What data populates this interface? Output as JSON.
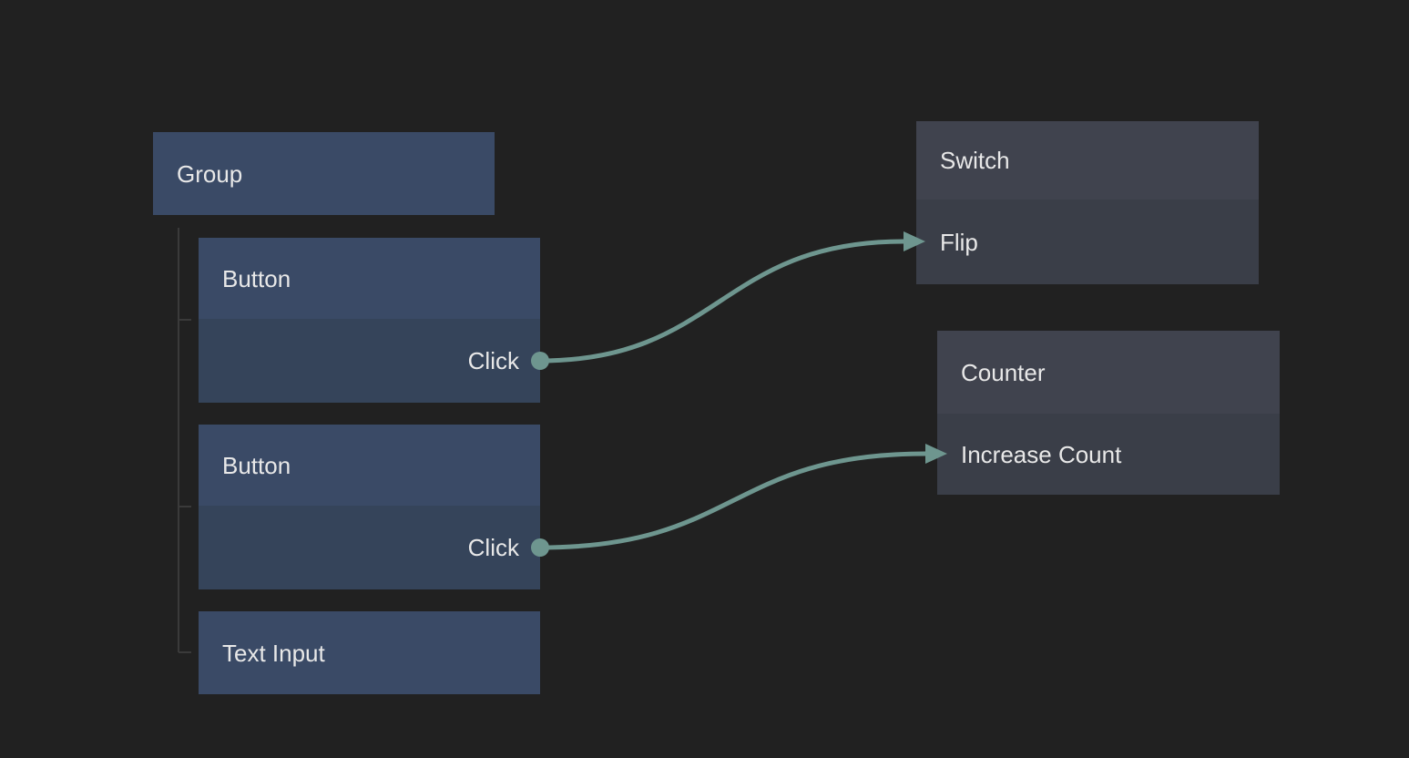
{
  "colors": {
    "background": "#212121",
    "element_node_header": "#3a4a66",
    "element_node_body": "#35445a",
    "logic_node_header": "#40434e",
    "logic_node_body": "#3a3e48",
    "wire_accent": "#6e968f",
    "tree_connector": "#3a3a3a",
    "text": "#e8e8e8"
  },
  "nodes": {
    "group": {
      "title": "Group"
    },
    "button1": {
      "title": "Button",
      "output_port": "Click"
    },
    "button2": {
      "title": "Button",
      "output_port": "Click"
    },
    "text_input": {
      "title": "Text Input"
    },
    "switch": {
      "title": "Switch",
      "input_port": "Flip"
    },
    "counter": {
      "title": "Counter",
      "input_port": "Increase Count"
    }
  },
  "edges": [
    {
      "from": "Button / Click",
      "to": "Switch / Flip"
    },
    {
      "from": "Button / Click",
      "to": "Counter / Increase Count"
    }
  ]
}
